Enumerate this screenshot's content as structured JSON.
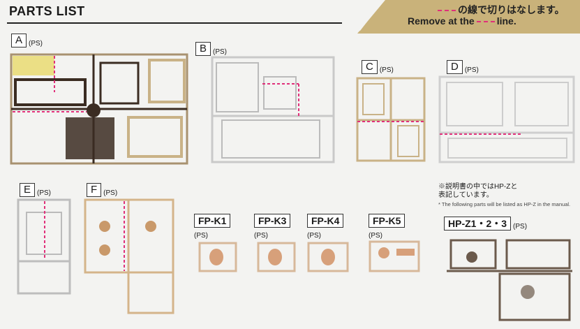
{
  "header": {
    "title": "PARTS LIST",
    "notice_jp": "の線で切りはなします。",
    "notice_en_prefix": "Remove at the",
    "notice_en_suffix": "line."
  },
  "runners": [
    {
      "id": "A",
      "material": "(PS)",
      "color": "#a89270"
    },
    {
      "id": "B",
      "material": "(PS)",
      "color": "#c9c9c9"
    },
    {
      "id": "C",
      "material": "(PS)",
      "color": "#c9b287"
    },
    {
      "id": "D",
      "material": "(PS)",
      "color": "#cfcfcf"
    },
    {
      "id": "E",
      "material": "(PS)",
      "color": "#bdbdbd"
    },
    {
      "id": "F",
      "material": "(PS)",
      "color": "#d4b48a"
    },
    {
      "id": "FP-K1",
      "material": "(PS)",
      "color": "#d7b89a"
    },
    {
      "id": "FP-K3",
      "material": "(PS)",
      "color": "#d7b89a"
    },
    {
      "id": "FP-K4",
      "material": "(PS)",
      "color": "#d7b89a"
    },
    {
      "id": "FP-K5",
      "material": "(PS)",
      "color": "#d7b89a"
    },
    {
      "id": "HP-Z1・2・3",
      "material": "(PS)",
      "color": "#6b5a4c"
    }
  ],
  "note": {
    "jp_line1": "※説明書の中ではHP-Zと",
    "jp_line2": "表記しています。",
    "en": "* The following parts will be listed as HP-Z in the manual."
  },
  "colors": {
    "banner_gold": "#c9b27a",
    "cut_line": "#e0307a",
    "marker": "#2f6fc4",
    "runner_dark": "#3b2c22"
  },
  "icons": [
    "cut-line-dash"
  ]
}
